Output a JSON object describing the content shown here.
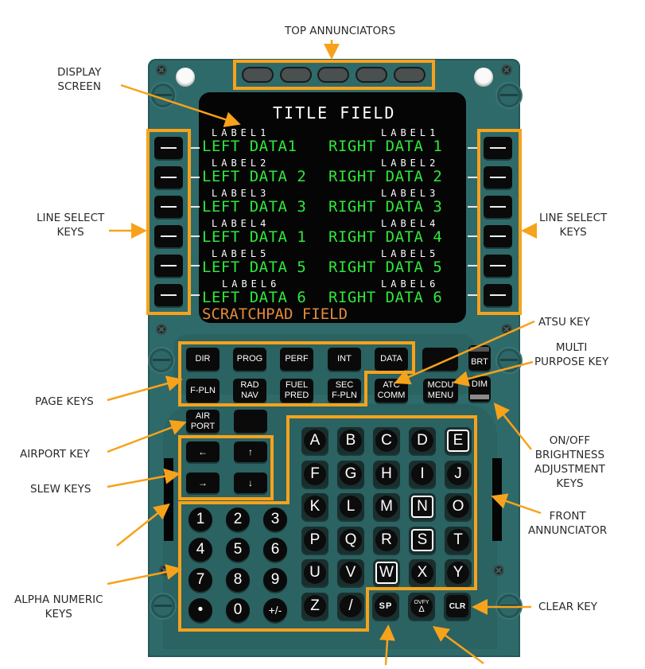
{
  "callouts": {
    "top_annunciators": "TOP ANNUNCIATORS",
    "display_screen": [
      "DISPLAY",
      "SCREEN"
    ],
    "line_select_keys_left": [
      "LINE SELECT",
      "KEYS"
    ],
    "line_select_keys_right": [
      "LINE SELECT",
      "KEYS"
    ],
    "atsu_key": "ATSU KEY",
    "multi_purpose_key": [
      "MULTI",
      "PURPOSE KEY"
    ],
    "page_keys": "PAGE KEYS",
    "airport_key": "AIRPORT KEY",
    "slew_keys": "SLEW KEYS",
    "brightness_keys": [
      "ON/OFF",
      "BRIGHTNESS",
      "ADJUSTMENT",
      "KEYS"
    ],
    "front_annunciator": [
      "FRONT",
      "ANNUNCIATOR"
    ],
    "alpha_numeric_keys": [
      "ALPHA NUMERIC",
      "KEYS"
    ],
    "clear_key": "CLEAR KEY"
  },
  "screen": {
    "title": "TITLE FIELD",
    "rows": [
      {
        "left_label": "LABEL1",
        "right_label": "LABEL1",
        "left_data": "LEFT DATA1",
        "right_data": "RIGHT DATA 1"
      },
      {
        "left_label": "LABEL2",
        "right_label": "LABEL2",
        "left_data": "LEFT DATA 2",
        "right_data": "RIGHT DATA 2"
      },
      {
        "left_label": "LABEL3",
        "right_label": "LABEL3",
        "left_data": "LEFT DATA 3",
        "right_data": "RIGHT DATA 3"
      },
      {
        "left_label": "LABEL4",
        "right_label": "LABEL4",
        "left_data": "LEFT DATA 1",
        "right_data": "RIGHT DATA 4"
      },
      {
        "left_label": "LABEL5",
        "right_label": "LABEL5",
        "left_data": "LEFT DATA 5",
        "right_data": "RIGHT DATA 5"
      },
      {
        "left_label": "LABEL6",
        "right_label": "LABEL6",
        "left_data": "LEFT DATA 6",
        "right_data": "RIGHT DATA 6"
      }
    ],
    "scratchpad": "SCRATCHPAD FIELD"
  },
  "page_keys": {
    "row1": [
      "DIR",
      "PROG",
      "PERF",
      "INT",
      "DATA"
    ],
    "row2": [
      "F-PLN",
      "RAD\nNAV",
      "FUEL\nPRED",
      "SEC\nF-PLN"
    ]
  },
  "function_keys": {
    "atc_comm": "ATC\nCOMM",
    "mcdu_menu": "MCDU\nMENU",
    "brt": "BRT",
    "dim": "DIM",
    "airport": "AIR\nPORT"
  },
  "slew_keys": {
    "left": "←",
    "up": "↑",
    "right": "→",
    "down": "↓"
  },
  "alpha_keys": [
    [
      "A",
      "B",
      "C",
      "D",
      "E"
    ],
    [
      "F",
      "G",
      "H",
      "I",
      "J"
    ],
    [
      "K",
      "L",
      "M",
      "N",
      "O"
    ],
    [
      "P",
      "Q",
      "R",
      "S",
      "T"
    ],
    [
      "U",
      "V",
      "W",
      "X",
      "Y"
    ],
    [
      "Z",
      "/"
    ]
  ],
  "boxed_alpha_keys": [
    "E",
    "N",
    "S",
    "W"
  ],
  "numeric_keys": [
    [
      "1",
      "2",
      "3"
    ],
    [
      "4",
      "5",
      "6"
    ],
    [
      "7",
      "8",
      "9"
    ],
    [
      "•",
      "0",
      "+/-"
    ]
  ],
  "bottom_keys": {
    "sp": "SP",
    "ovfy_top": "OVFY",
    "ovfy_symbol": "Δ",
    "clr": "CLR"
  },
  "colors": {
    "highlight": "#f7a21b",
    "panel": "#2f6a6a",
    "screen_data": "#2ee83a",
    "scratchpad": "#e58a3a"
  }
}
